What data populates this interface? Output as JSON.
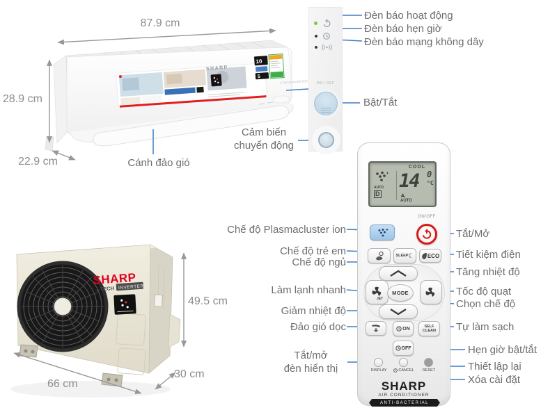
{
  "colors": {
    "annotation_blue": "#3d7cc9",
    "dimension_gray": "#979797",
    "label_gray": "#6d6d6d",
    "sharp_red": "#e3001f",
    "power_button_red": "#d81919",
    "lcd_bg": "#b7bcb0"
  },
  "indoor_unit": {
    "brand": "SHARP",
    "energy_badge_10": "10",
    "energy_badge_5": "5",
    "side_text": "J-TECH INVERTER",
    "width": "87.9 cm",
    "height": "28.9 cm",
    "depth": "22.9 cm",
    "swing_blade_label": "Cánh đảo gió",
    "motion_sensor_label_line1": "Cảm biến",
    "motion_sensor_label_line2": "chuyển động"
  },
  "control_panel": {
    "on_off_text": "ON / OFF",
    "indicator_power_label": "Đèn báo hoạt động",
    "indicator_timer_label": "Đèn báo hẹn giờ",
    "indicator_wireless_label": "Đèn báo mạng không dây",
    "power_button_label": "Bật/Tắt"
  },
  "outdoor_unit": {
    "brand": "SHARP",
    "tech_line": "J-TECH",
    "inverter": "INVERTER",
    "width": "66 cm",
    "depth": "30 cm",
    "height": "49.5 cm"
  },
  "remote": {
    "display": {
      "mode": "COOL",
      "temp": "14",
      "temp_frac": "0",
      "unit": "°C",
      "fan_label": "AUTO",
      "auto_label": "AUTO",
      "auto_letter": "D"
    },
    "buttons": {
      "on_off": "ON/OFF",
      "sleep": "SLEEP",
      "eco": "ECO",
      "mode": "MODE",
      "timer_on": "ON",
      "timer_off": "OFF",
      "self_clean_line1": "SELF",
      "self_clean_line2": "CLEAN",
      "display": "DISPLAY",
      "cancel": "CANCEL",
      "reset": "RESET"
    },
    "brand": "SHARP",
    "product": "AIR CONDITIONER",
    "feature_badge": "ANTI-BACTERIAL"
  },
  "labels": {
    "plasmacluster": "Chế độ Plasmacluster ion",
    "child_mode": "Chế độ trẻ em",
    "sleep_mode": "Chế độ ngủ",
    "fast_cooling": "Làm lạnh nhanh",
    "temp_down": "Giảm nhiệt độ",
    "vertical_swing": "Đảo gió dọc",
    "display_toggle_line1": "Tắt/mở",
    "display_toggle_line2": "đèn hiển thị",
    "power_toggle": "Tắt/Mở",
    "energy_saving": "Tiết kiệm điện",
    "temp_up": "Tăng nhiệt độ",
    "fan_speed": "Tốc độ quạt",
    "mode_select": "Chọn chế độ",
    "self_clean": "Tự làm sạch",
    "timer_on_off": "Hẹn giờ bật/tắt",
    "reset": "Thiết lập lại",
    "clear_settings": "Xóa cài đặt"
  }
}
